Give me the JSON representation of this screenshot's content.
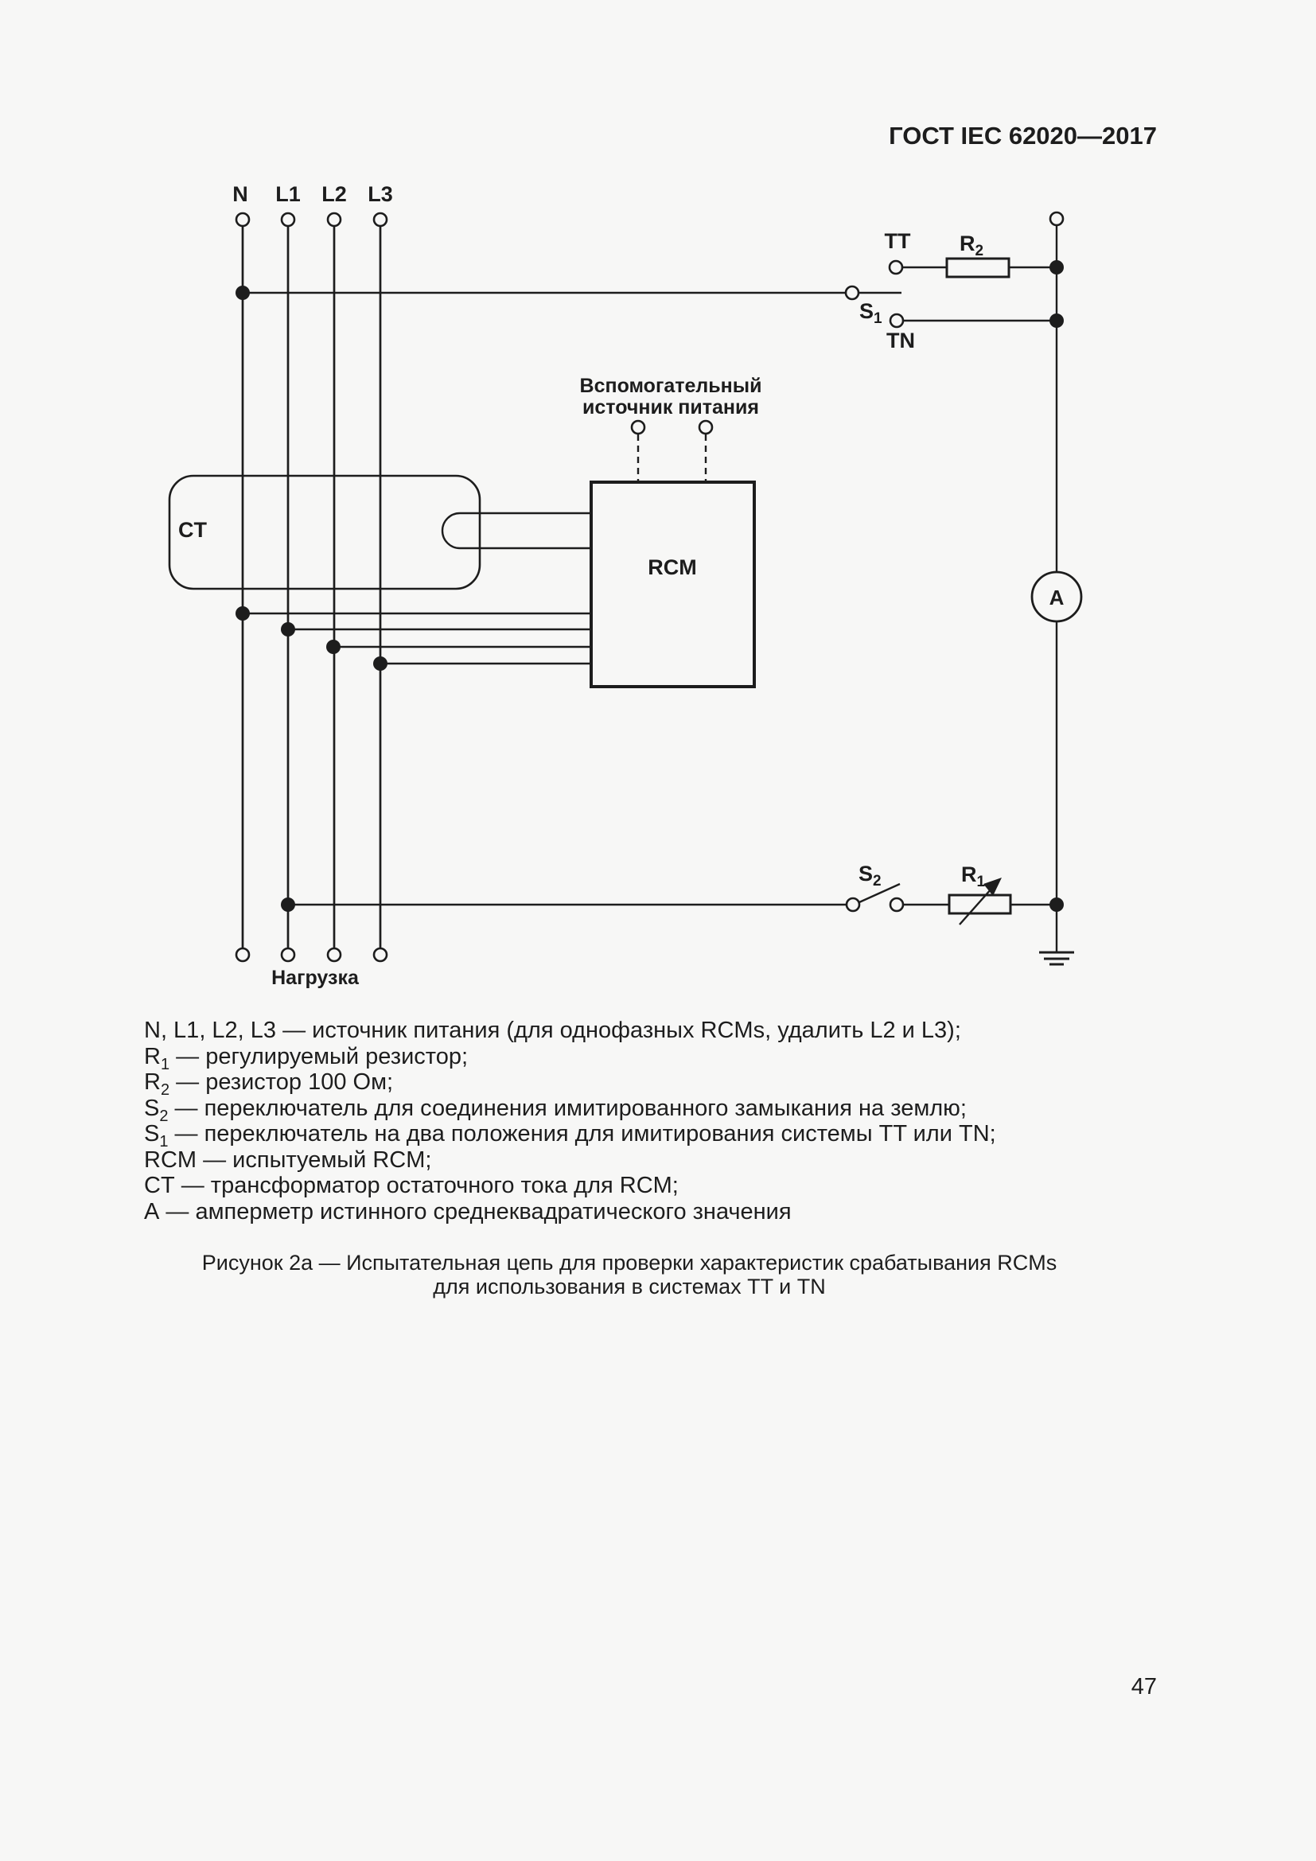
{
  "header": {
    "title": "ГОСТ IEC 62020—2017"
  },
  "diagram": {
    "colors": {
      "ink": "#1d1d1d",
      "page_bg": "#f7f7f6"
    },
    "labels": {
      "n": "N",
      "l1": "L1",
      "l2": "L2",
      "l3": "L3",
      "tt": "TT",
      "tn": "TN",
      "s1": {
        "base": "S",
        "sub": "1"
      },
      "s2": {
        "base": "S",
        "sub": "2"
      },
      "r1": {
        "base": "R",
        "sub": "1"
      },
      "r2": {
        "base": "R",
        "sub": "2"
      },
      "ct": "CT",
      "rcm": "RCM",
      "ammeter": "A",
      "load": "Нагрузка",
      "aux_source_line1": "Вспомогательный",
      "aux_source_line2": "источник питания"
    }
  },
  "legend": {
    "items": [
      {
        "base": "N, L1, L2, L3",
        "sub": "",
        "rest": " — источник питания (для однофазных RCMs, удалить L2 и L3);"
      },
      {
        "base": "R",
        "sub": "1",
        "rest": " — регулируемый резистор;"
      },
      {
        "base": "R",
        "sub": "2",
        "rest": " — резистор 100 Ом;"
      },
      {
        "base": "S",
        "sub": "2",
        "rest": " — переключатель для соединения имитированного замыкания на землю;"
      },
      {
        "base": "S",
        "sub": "1",
        "rest": " — переключатель на два положения для имитирования системы TT или TN;"
      },
      {
        "base": "RCM",
        "sub": "",
        "rest": " — испытуемый RCM;"
      },
      {
        "base": "CT",
        "sub": "",
        "rest": " — трансформатор остаточного тока для RCM;"
      },
      {
        "base": "A",
        "sub": "",
        "rest": " — амперметр истинного среднеквадратического значения"
      }
    ]
  },
  "caption": {
    "line1": "Рисунок 2а — Испытательная цепь для проверки характеристик срабатывания RCMs",
    "line2": "для использования в системах TT и TN"
  },
  "footer": {
    "page_number": "47"
  }
}
